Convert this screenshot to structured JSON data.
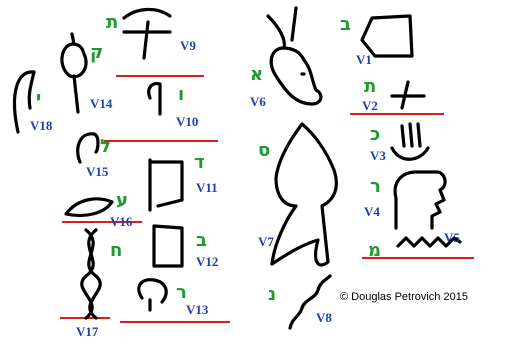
{
  "credit": "© Douglas Petrovich 2015",
  "colors": {
    "label": "#1f3fb3",
    "letter": "#1f9a2c",
    "rule": "#d61f1f",
    "ink": "#000000"
  },
  "glyphs": [
    {
      "id": "V1",
      "label": "V1",
      "letter": "ב"
    },
    {
      "id": "V2",
      "label": "V2",
      "letter": "ת"
    },
    {
      "id": "V3",
      "label": "V3",
      "letter": "כ"
    },
    {
      "id": "V4",
      "label": "V4",
      "letter": "ר"
    },
    {
      "id": "V5",
      "label": "V5",
      "letter": "מ"
    },
    {
      "id": "V6",
      "label": "V6",
      "letter": "א"
    },
    {
      "id": "V7",
      "label": "V7",
      "letter": "ס"
    },
    {
      "id": "V8",
      "label": "V8",
      "letter": "נ"
    },
    {
      "id": "V9",
      "label": "V9",
      "letter": "ת"
    },
    {
      "id": "V10",
      "label": "V10",
      "letter": "ו"
    },
    {
      "id": "V11",
      "label": "V11",
      "letter": "ד"
    },
    {
      "id": "V12",
      "label": "V12",
      "letter": "ב"
    },
    {
      "id": "V13",
      "label": "V13",
      "letter": "ר"
    },
    {
      "id": "V14",
      "label": "V14",
      "letter": "ק"
    },
    {
      "id": "V15",
      "label": "V15",
      "letter": "ל"
    },
    {
      "id": "V16",
      "label": "V16",
      "letter": "ע"
    },
    {
      "id": "V17",
      "label": "V17",
      "letter": "ח"
    },
    {
      "id": "V18",
      "label": "V18",
      "letter": "י"
    }
  ]
}
